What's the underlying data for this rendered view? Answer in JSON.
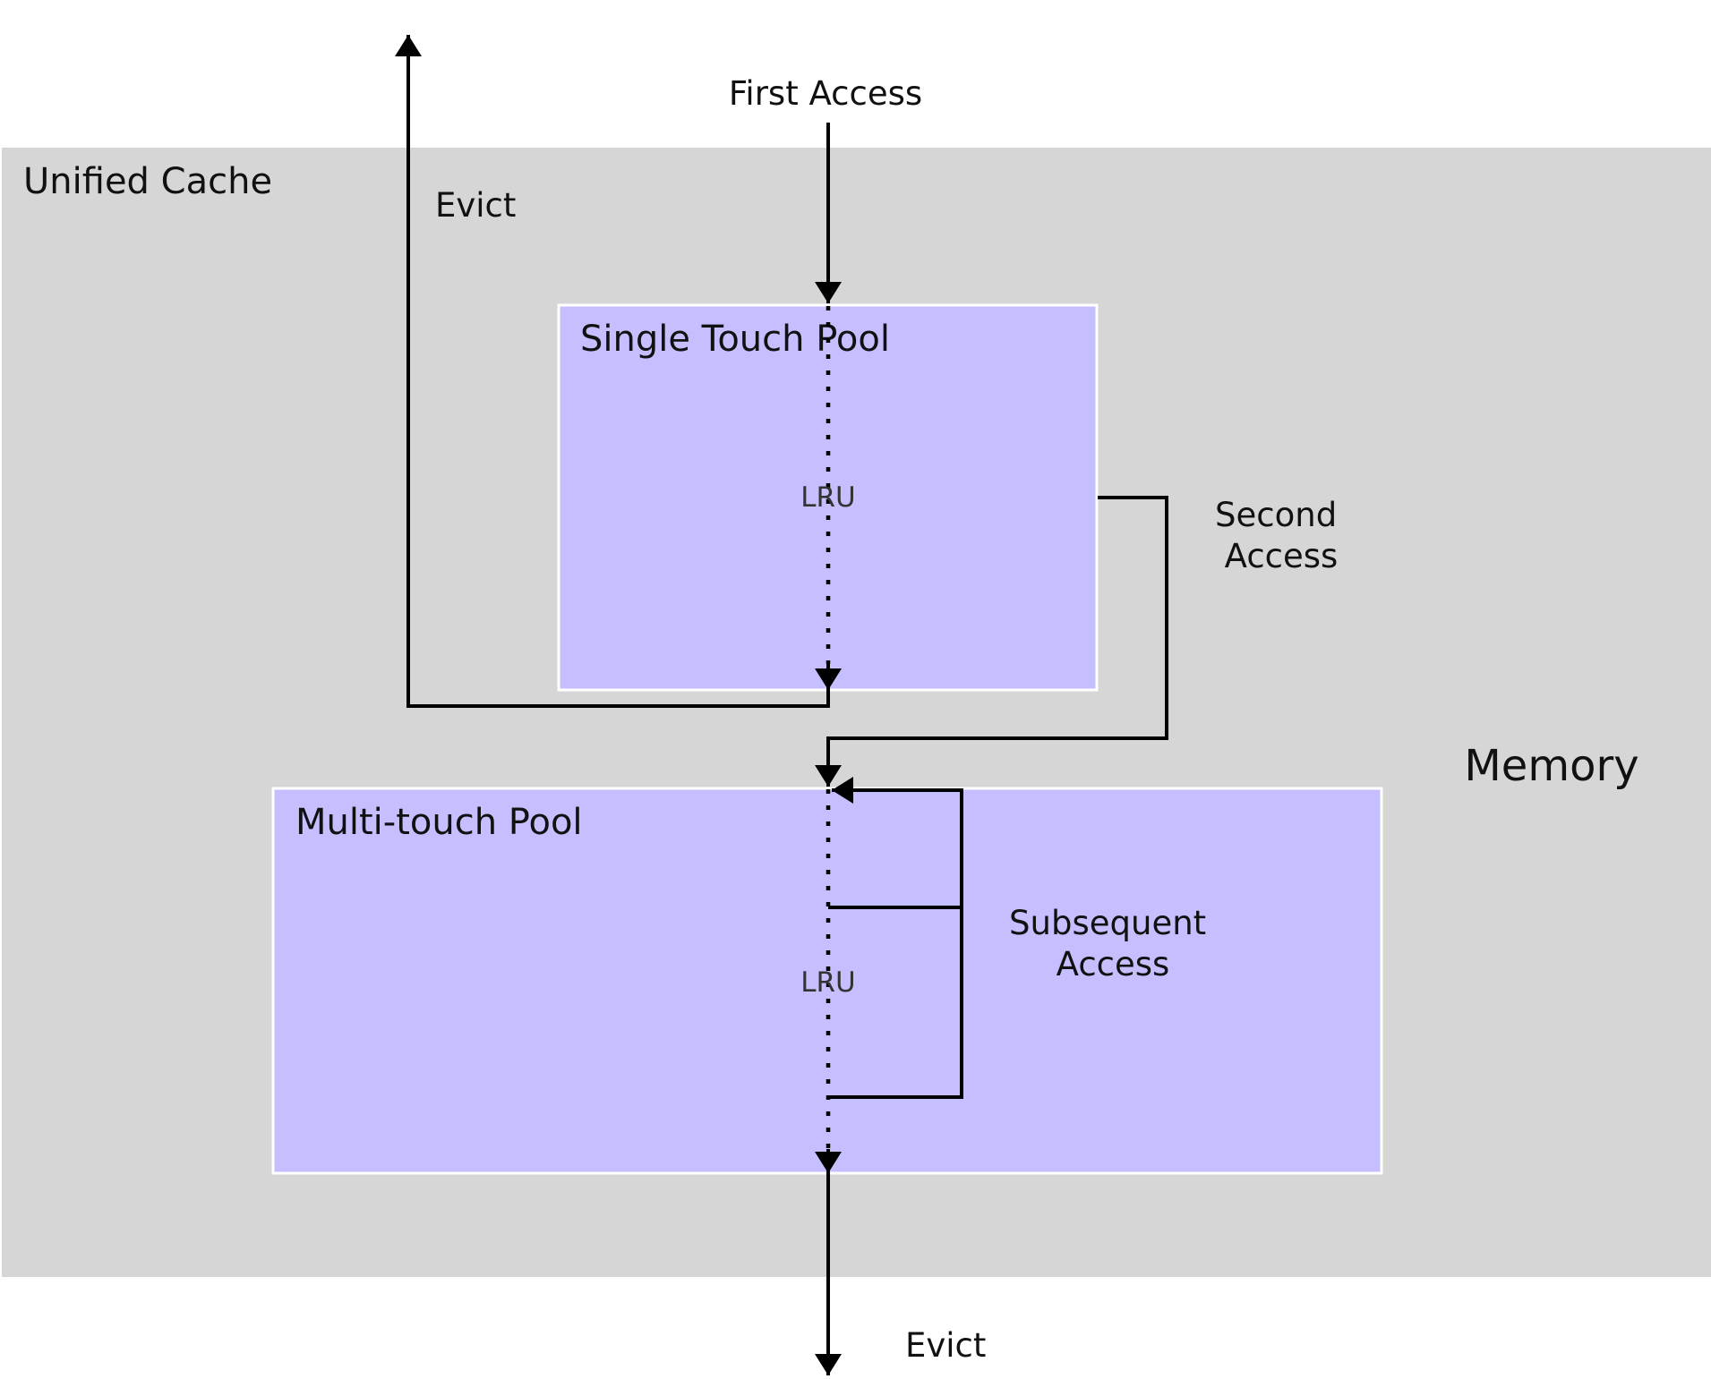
{
  "colors": {
    "cache_background": "#d6d6d6",
    "pool_fill": "#c5bfff",
    "pool_border": "#ffffff",
    "arrow": "#000000"
  },
  "labels": {
    "first_access": "First Access",
    "evict_top": "Evict",
    "unified_cache": "Unified Cache",
    "memory": "Memory",
    "second_access": [
      "Second",
      "Access"
    ],
    "subsequent_access": [
      "Subsequent",
      "Access"
    ],
    "evict_bottom": "Evict"
  },
  "pools": {
    "single_touch": {
      "title": "Single Touch Pool",
      "policy": "LRU"
    },
    "multi_touch": {
      "title": "Multi-touch Pool",
      "policy": "LRU"
    }
  }
}
